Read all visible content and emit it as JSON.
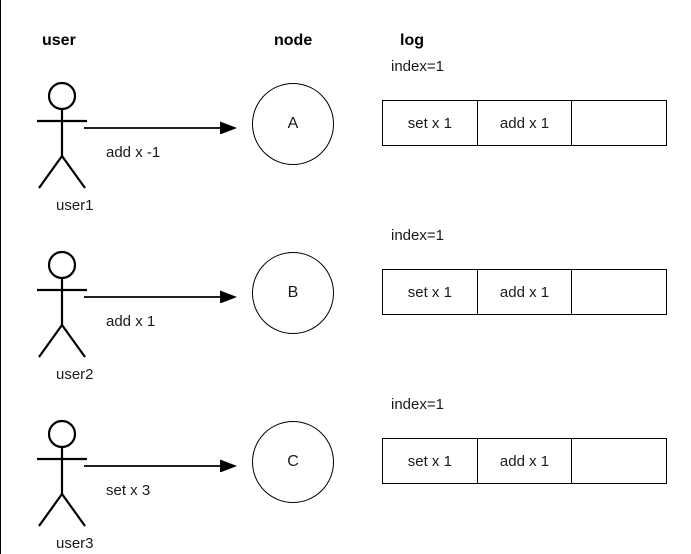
{
  "diagram": {
    "headers": {
      "user": "user",
      "node": "node",
      "log": "log"
    },
    "rows": [
      {
        "actor_label": "user1",
        "actor_icon": "stick-figure-icon",
        "message": "add x -1",
        "node_label": "A",
        "log": {
          "index_label": "index=1",
          "cells": [
            "set x 1",
            "add x 1",
            ""
          ]
        }
      },
      {
        "actor_label": "user2",
        "actor_icon": "stick-figure-icon",
        "message": "add x 1",
        "node_label": "B",
        "log": {
          "index_label": "index=1",
          "cells": [
            "set x 1",
            "add x 1",
            ""
          ]
        }
      },
      {
        "actor_label": "user3",
        "actor_icon": "stick-figure-icon",
        "message": "set x 3",
        "node_label": "C",
        "log": {
          "index_label": "index=1",
          "cells": [
            "set x 1",
            "add x 1",
            ""
          ]
        }
      }
    ],
    "colors": {
      "stroke": "#000000",
      "text": "#1a1a1a",
      "background": "#ffffff"
    }
  }
}
